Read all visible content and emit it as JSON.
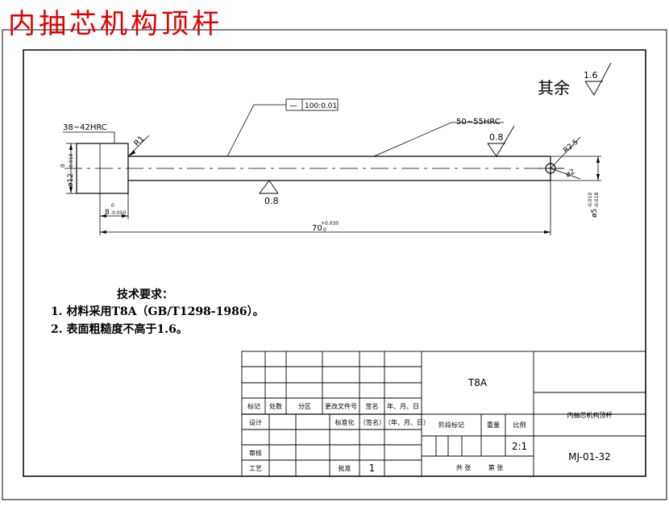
{
  "title": "内抽芯机构顶杆",
  "surface_finish": {
    "rest_label": "其余",
    "rest_value": "1.6",
    "top_value": "0.8",
    "bottom_value": "0.8"
  },
  "dimensions": {
    "head_hardness": "38~42HRC",
    "rod_hardness": "50~55HRC",
    "straightness_symbol": "—",
    "straightness_tolerance": "100:0.01",
    "head_radius": "R1",
    "head_diameter": "ø12",
    "head_diameter_tol_upper": "0",
    "head_diameter_tol_lower": "-0.018",
    "head_length": "8",
    "head_length_tol": "-0.050",
    "head_length_tol_upper": "0",
    "total_length": "70",
    "total_length_tol_upper": "+0.030",
    "total_length_tol_lower": "0",
    "tip_radius": "R2.5",
    "hole_diameter": "ø2",
    "rod_diameter": "ø5",
    "rod_diameter_tol_upper": "-0.010",
    "rod_diameter_tol_lower": "-0.018"
  },
  "requirements": {
    "heading": "技术要求：",
    "items": [
      "1. 材料采用T8A（GB/T1298-1986）。",
      "2. 表面粗糙度不高于1.6。"
    ]
  },
  "title_block": {
    "material": "T8A",
    "part_name": "内抽芯机构顶杆",
    "drawing_no": "MJ-01-32",
    "scale": "2:1",
    "quantity": "1",
    "labels": {
      "mark": "标记",
      "count": "处数",
      "zone": "分区",
      "change_doc": "更改文件号",
      "signature": "签名",
      "date": "年、月、日",
      "designer": "设计",
      "standardization": "标准化",
      "signature2": "（签名）",
      "date2": "（年、月、日）",
      "stage_mark": "阶段标记",
      "weight": "重量",
      "scale": "比例",
      "review": "审核",
      "process": "工艺",
      "approve": "批准",
      "sheet_total": "共  张",
      "sheet_no": "第  张"
    }
  }
}
